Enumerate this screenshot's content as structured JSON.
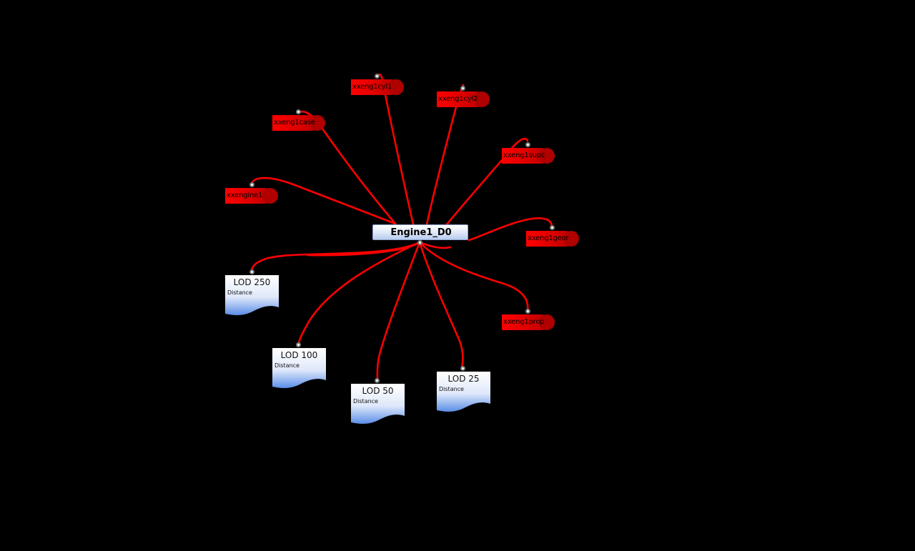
{
  "center": {
    "label": "Engine1_D0"
  },
  "tag_nodes": [
    {
      "id": "xxengine1",
      "label": "xxengine1"
    },
    {
      "id": "xxeng1case",
      "label": "xxeng1case"
    },
    {
      "id": "xxeng1cyl1",
      "label": "xxeng1cyl1"
    },
    {
      "id": "xxeng1cyl2",
      "label": "xxeng1cyl2"
    },
    {
      "id": "xxeng1supc",
      "label": "xxeng1supc"
    },
    {
      "id": "xxeng1geor",
      "label": "xxeng1geor"
    },
    {
      "id": "xxeng1prop",
      "label": "xxeng1prop"
    }
  ],
  "lod_nodes": [
    {
      "id": "lod-250",
      "label": "LOD 250",
      "sublabel": "Distance"
    },
    {
      "id": "lod-100",
      "label": "LOD 100",
      "sublabel": "Distance"
    },
    {
      "id": "lod-50",
      "label": "LOD 50",
      "sublabel": "Distance"
    },
    {
      "id": "lod-25",
      "label": "LOD 25",
      "sublabel": "Distance"
    }
  ],
  "colors": {
    "background": "#000000",
    "edge": "#ff0000",
    "tag_fill": "#e00000",
    "lod_fill_top": "#ffffff",
    "lod_fill_bottom": "#5b8ee8"
  }
}
